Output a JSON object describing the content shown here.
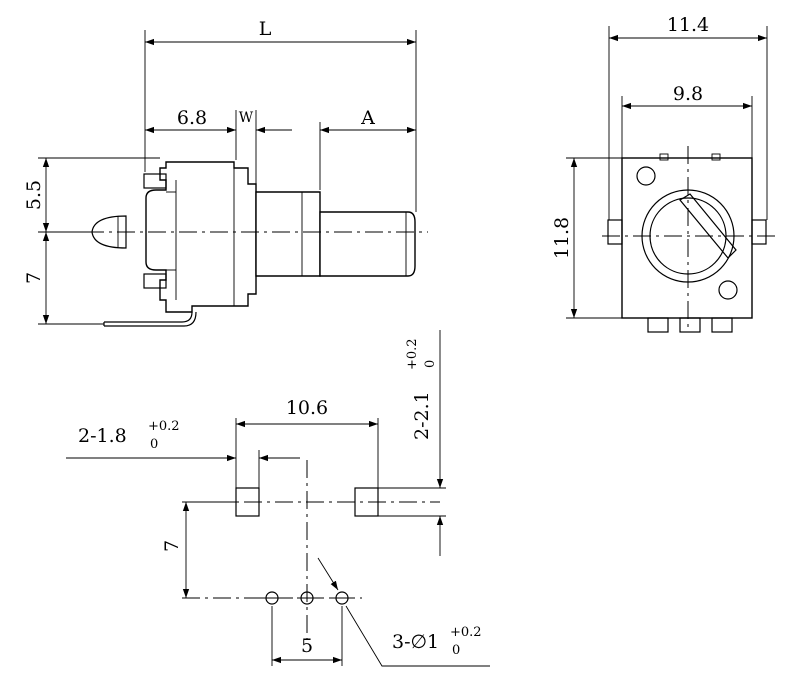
{
  "side_view": {
    "dim_L": "L",
    "dim_6_8": "6.8",
    "dim_W": "W",
    "dim_A": "A",
    "dim_5_5": "5.5",
    "dim_7": "7"
  },
  "front_view": {
    "dim_11_4": "11.4",
    "dim_9_8": "9.8",
    "dim_11_8": "11.8"
  },
  "pcb_layout": {
    "dim_10_6": "10.6",
    "dim_7": "7",
    "dim_5": "5",
    "slot_width_main": "2-1.8",
    "slot_width_tol_plus": "+0.2",
    "slot_width_tol_zero": "0",
    "slot_height_main": "2-2.1",
    "slot_height_tol_plus": "+0.2",
    "slot_height_tol_zero": "0",
    "hole_main": "3-∅1",
    "hole_tol_plus": "+0.2",
    "hole_tol_zero": "0"
  }
}
